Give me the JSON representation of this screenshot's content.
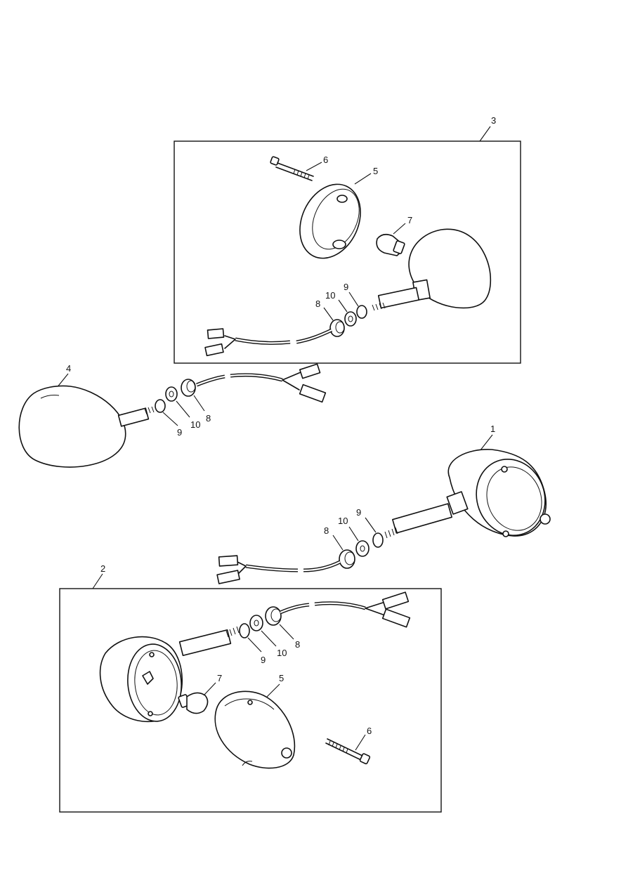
{
  "callouts": {
    "c1": "1",
    "c2": "2",
    "c3": "3",
    "c4": "4",
    "kit3": {
      "p5": "5",
      "p6": "6",
      "p7": "7",
      "p8": "8",
      "p9": "9",
      "p10": "10"
    },
    "lamp4": {
      "p8": "8",
      "p9": "9",
      "p10": "10"
    },
    "lamp1": {
      "p8": "8",
      "p9": "9",
      "p10": "10"
    },
    "kit2": {
      "p5": "5",
      "p6": "6",
      "p7": "7",
      "p8": "8",
      "p9": "9",
      "p10": "10"
    }
  }
}
